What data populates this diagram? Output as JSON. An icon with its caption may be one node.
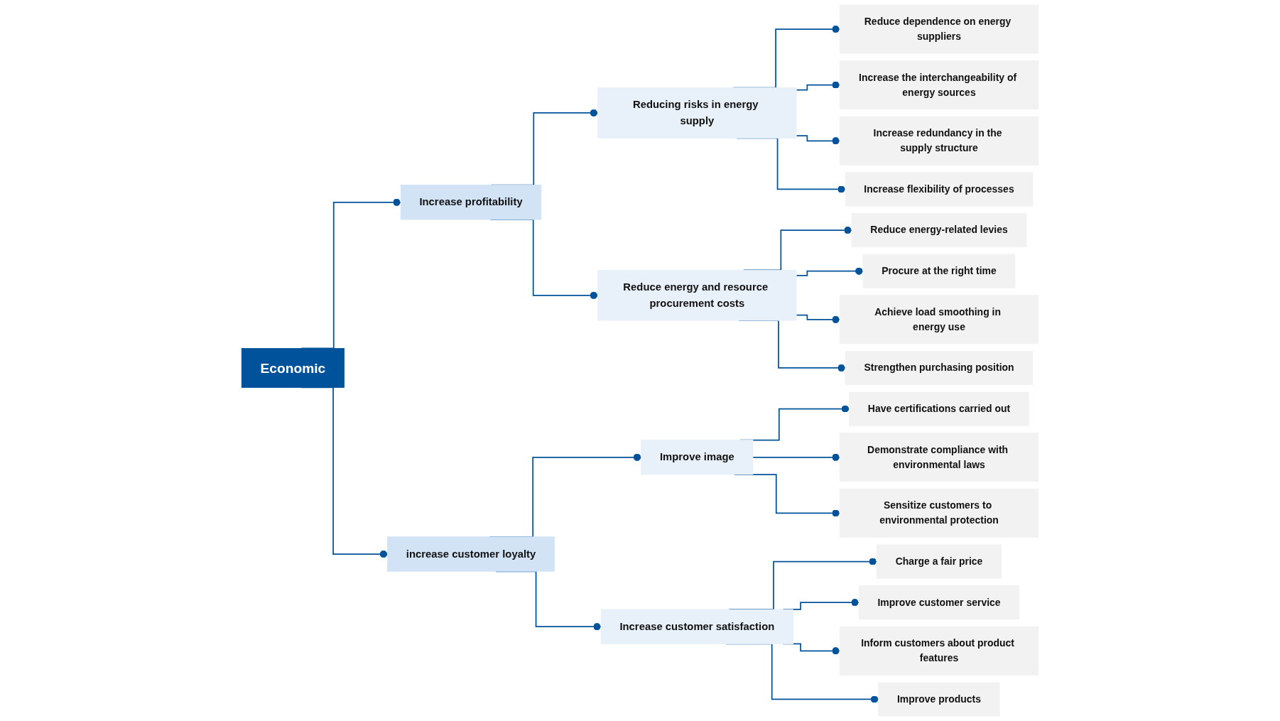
{
  "diagram": {
    "nodes": [
      {
        "text": [
          "Economic"
        ]
      },
      {
        "text": [
          "Increase profitability"
        ]
      },
      {
        "text": [
          "increase customer loyalty"
        ]
      },
      {
        "text": [
          "Reducing risks in energy supply"
        ]
      },
      {
        "text": [
          "Reduce energy and resource procurement costs"
        ]
      },
      {
        "text": [
          "Improve image"
        ]
      },
      {
        "text": [
          "Increase customer satisfaction"
        ]
      },
      {
        "text": [
          "Reduce dependence on energy suppliers"
        ]
      },
      {
        "text": [
          "Increase the interchangeability of energy sources"
        ]
      },
      {
        "text": [
          "Increase redundancy in the supply structure"
        ]
      },
      {
        "text": [
          "Increase flexibility of processes"
        ]
      },
      {
        "text": [
          "Reduce energy-related levies"
        ]
      },
      {
        "text": [
          "Procure at the right time"
        ]
      },
      {
        "text": [
          "Achieve load smoothing in energy use"
        ]
      },
      {
        "text": [
          "Strengthen purchasing position"
        ]
      },
      {
        "text": [
          "Have certifications carried out"
        ]
      },
      {
        "text": [
          "Demonstrate compliance with environmental laws"
        ]
      },
      {
        "text": [
          "Sensitize customers to environmental protection"
        ]
      },
      {
        "text": [
          "Charge a fair price"
        ]
      },
      {
        "text": [
          "Improve customer service"
        ]
      },
      {
        "text": [
          "Inform customers about product features"
        ]
      },
      {
        "text": [
          "Improve products"
        ]
      }
    ],
    "edges": [
      {
        "from": 0,
        "to": 1,
        "arrow": "other"
      },
      {
        "from": 0,
        "to": 2,
        "arrow": "other"
      },
      {
        "from": 1,
        "to": 3,
        "arrow": "other"
      },
      {
        "from": 1,
        "to": 4,
        "arrow": "other"
      },
      {
        "from": 2,
        "to": 5,
        "arrow": "other"
      },
      {
        "from": 2,
        "to": 6,
        "arrow": "other"
      },
      {
        "from": 3,
        "to": 7,
        "arrow": "other"
      },
      {
        "from": 3,
        "to": 8,
        "arrow": "other"
      },
      {
        "from": 3,
        "to": 9,
        "arrow": "other"
      },
      {
        "from": 3,
        "to": 10,
        "arrow": "other"
      },
      {
        "from": 4,
        "to": 11,
        "arrow": "other"
      },
      {
        "from": 4,
        "to": 12,
        "arrow": "other"
      },
      {
        "from": 4,
        "to": 13,
        "arrow": "other"
      },
      {
        "from": 4,
        "to": 14,
        "arrow": "other"
      },
      {
        "from": 5,
        "to": 15,
        "arrow": "other"
      },
      {
        "from": 5,
        "to": 16,
        "arrow": "other"
      },
      {
        "from": 5,
        "to": 17,
        "arrow": "other"
      },
      {
        "from": 6,
        "to": 18,
        "arrow": "other"
      },
      {
        "from": 6,
        "to": 19,
        "arrow": "other"
      },
      {
        "from": 6,
        "to": 20,
        "arrow": "other"
      },
      {
        "from": 6,
        "to": 21,
        "arrow": "other"
      }
    ]
  }
}
